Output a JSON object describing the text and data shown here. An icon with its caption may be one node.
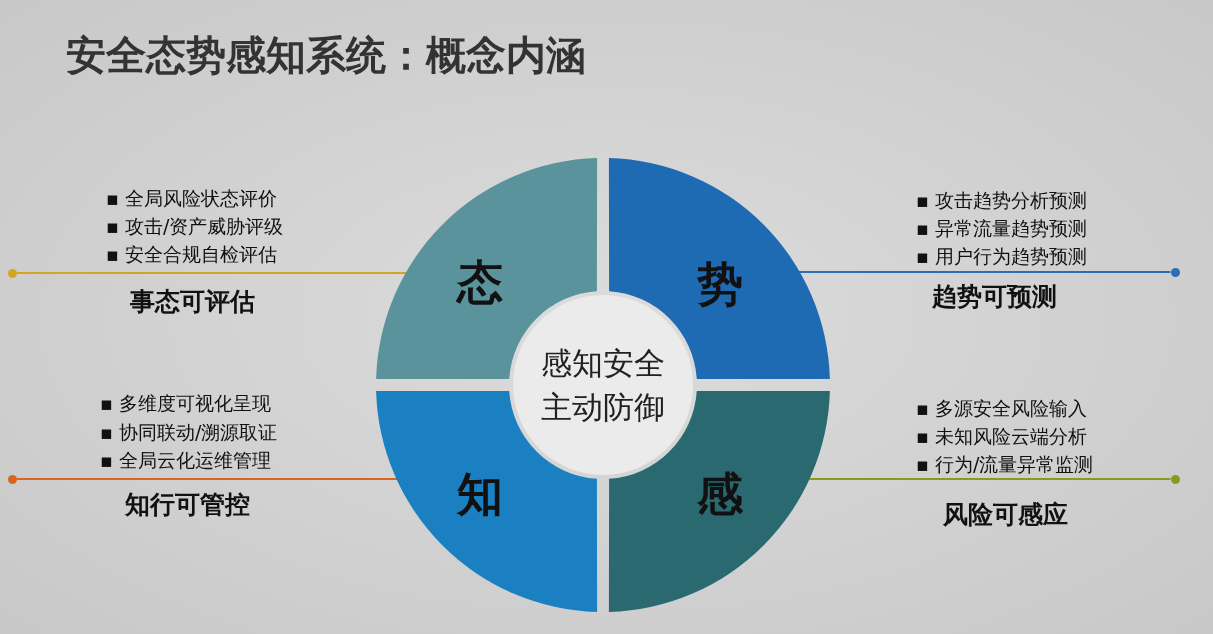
{
  "diagram": {
    "title": "安全态势感知系统：概念内涵",
    "nodes": [
      {
        "text": [
          "感知安全主动防御"
        ]
      },
      {
        "text": [
          "态"
        ]
      },
      {
        "text": [
          "势"
        ]
      },
      {
        "text": [
          "知"
        ]
      },
      {
        "text": [
          "感"
        ]
      },
      {
        "text": [],
        "shape": "circle"
      },
      {
        "text": [],
        "shape": "circle"
      },
      {
        "text": [],
        "shape": "circle"
      },
      {
        "text": [],
        "shape": "circle"
      }
    ],
    "edges": [
      {
        "from": 5,
        "to": 1,
        "arrow": "none",
        "color": "#d4a520"
      },
      {
        "from": 6,
        "to": 2,
        "arrow": "none",
        "color": "#2e6db4"
      },
      {
        "from": 7,
        "to": 3,
        "arrow": "none",
        "color": "#d9661f"
      },
      {
        "from": 8,
        "to": 4,
        "arrow": "none",
        "color": "#8a9a1e"
      }
    ],
    "labels": [
      "▪ 全局风险状态评价",
      "▪ 攻击/资产威胁评级",
      "▪ 安全合规自检评估",
      "事态可评估",
      "▪ 攻击趋势分析预测",
      "▪ 异常流量趋势预测",
      "▪ 用户行为趋势预测",
      "趋势可预测",
      "▪ 多维度可视化呈现",
      "▪ 协同联动/溯源取证",
      "▪ 全局云化运维管理",
      "知行可管控",
      "▪ 多源安全风险输入",
      "▪ 未知风险云端分析",
      "▪ 行为/流量异常监测",
      "风险可感应"
    ]
  }
}
